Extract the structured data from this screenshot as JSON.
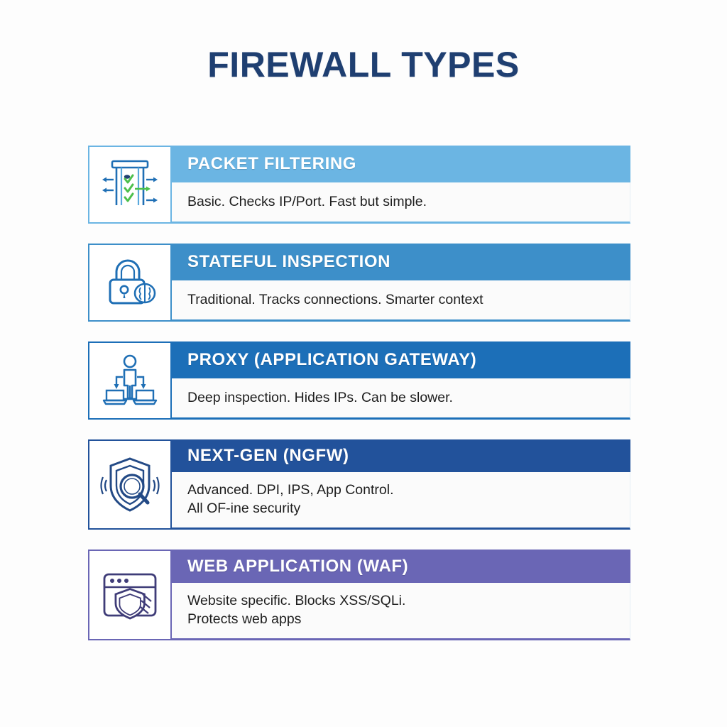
{
  "page": {
    "title": "FIREWALL TYPES",
    "title_color": "#1f3f71",
    "background_color": "#fdfdfd"
  },
  "rows": [
    {
      "id": "packet-filtering",
      "header": "PACKET FILTERING",
      "header_color": "#6bb5e3",
      "icon": "gate-scanner-checkmarks-icon",
      "lines": [
        "Basic. Checks IP/Port. Fast but simple."
      ]
    },
    {
      "id": "stateful-inspection",
      "header": "STATEFUL INSPECTION",
      "header_color": "#3d8fc9",
      "icon": "padlock-brain-icon",
      "lines": [
        "Traditional. Tracks connections. Smarter context"
      ]
    },
    {
      "id": "proxy-application-gateway",
      "header": "PROXY (APPLICATION GATEWAY)",
      "header_color": "#1c6fb8",
      "icon": "person-between-laptops-icon",
      "lines": [
        "Deep inspection. Hides IPs. Can be slower."
      ]
    },
    {
      "id": "next-gen-ngfw",
      "header": "NEXT-GEN (NGFW)",
      "header_color": "#22529b",
      "icon": "shield-magnifier-icon",
      "lines": [
        "Advanced. DPI, IPS, App Control.",
        "All OF-ine security"
      ]
    },
    {
      "id": "web-application-waf",
      "header": "WEB APPLICATION (WAF)",
      "header_color": "#6a66b5",
      "icon": "browser-shield-icon",
      "lines": [
        "Website specific. Blocks XSS/SQLi.",
        "Protects web apps"
      ]
    }
  ],
  "icon_colors": {
    "blue_line": "#1f6fb5",
    "dark_navy_line": "#234a86",
    "purple_line": "#3f3c78",
    "green_check": "#4cc04c",
    "accent_dot": "#1f3f71"
  }
}
